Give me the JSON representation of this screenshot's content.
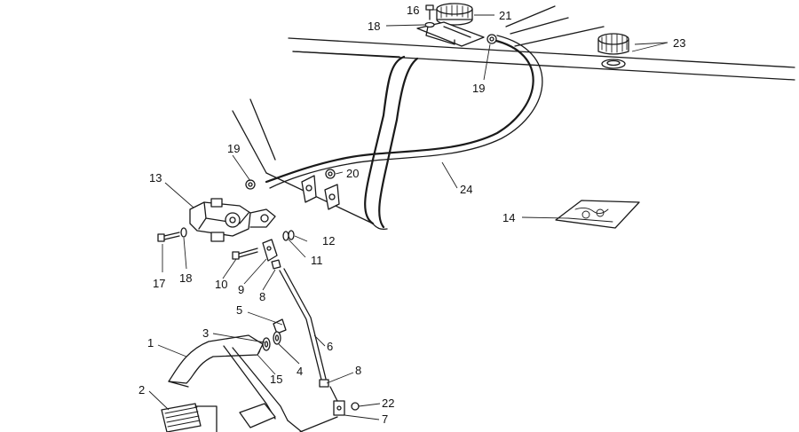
{
  "callouts": {
    "c1": "1",
    "c2": "2",
    "c3": "3",
    "c4": "4",
    "c5": "5",
    "c6": "6",
    "c7": "7",
    "c8a": "8",
    "c8b": "8",
    "c9": "9",
    "c10": "10",
    "c11": "11",
    "c12": "12",
    "c13": "13",
    "c14": "14",
    "c15": "15",
    "c16": "16",
    "c17": "17",
    "c18a": "18",
    "c18b": "18",
    "c19a": "19",
    "c19b": "19",
    "c20": "20",
    "c21": "21",
    "c22": "22",
    "c23": "23",
    "c24": "24"
  }
}
